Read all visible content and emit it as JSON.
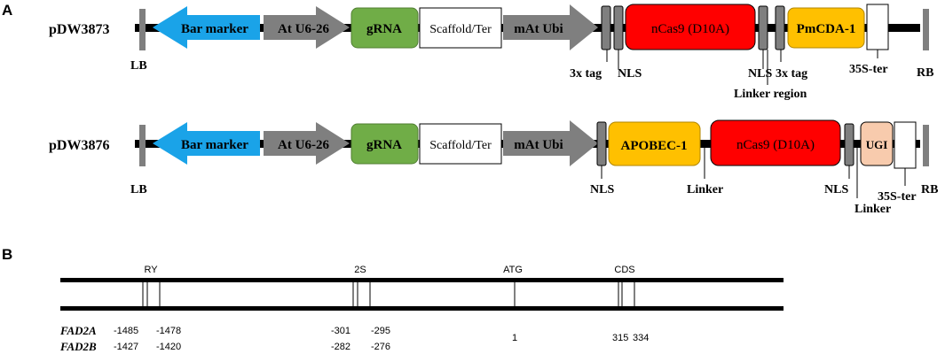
{
  "panel_a": {
    "label": "A",
    "construct1": {
      "name": "pDW3873",
      "bar_marker": "Bar marker",
      "u6": "At U6-26",
      "grna": "gRNA",
      "scaffold": "Scaffold/Ter",
      "ubi": "mAt Ubi",
      "ncas9": "nCas9 (D10A)",
      "pmcda": "PmCDA-1",
      "lb": "LB",
      "rb": "RB",
      "tag1": "3x tag",
      "nls1": "NLS",
      "nls2": "NLS",
      "tag2": "3x tag",
      "linker_region": "Linker region",
      "ter": "35S-ter"
    },
    "construct2": {
      "name": "pDW3876",
      "bar_marker": "Bar marker",
      "u6": "At U6-26",
      "grna": "gRNA",
      "scaffold": "Scaffold/Ter",
      "ubi": "mAt Ubi",
      "apobec": "APOBEC-1",
      "ncas9": "nCas9 (D10A)",
      "ugi": "UGI",
      "lb": "LB",
      "rb": "RB",
      "nls1": "NLS",
      "linker1": "Linker",
      "nls2": "NLS",
      "linker2": "Linker",
      "ter": "35S-ter"
    },
    "colors": {
      "bar_marker": "#1aa3e8",
      "promoter": "#7f7f7f",
      "grna": "#70ad47",
      "ncas9": "#ff0000",
      "deaminase": "#ffc000",
      "ugi": "#f8cbad",
      "small_box": "#7f7f7f",
      "backbone": "#000000"
    }
  },
  "panel_b": {
    "label": "B",
    "elements": {
      "ry": "RY",
      "s2": "2S",
      "atg": "ATG",
      "cds": "CDS"
    },
    "fad2a": {
      "name": "FAD2A",
      "ry": [
        "-1485",
        "-1478"
      ],
      "s2": [
        "-301",
        "-295"
      ],
      "atg": "1",
      "cds": [
        "315",
        "334"
      ]
    },
    "fad2b": {
      "name": "FAD2B",
      "ry": [
        "-1427",
        "-1420"
      ],
      "s2": [
        "-282",
        "-276"
      ]
    }
  }
}
